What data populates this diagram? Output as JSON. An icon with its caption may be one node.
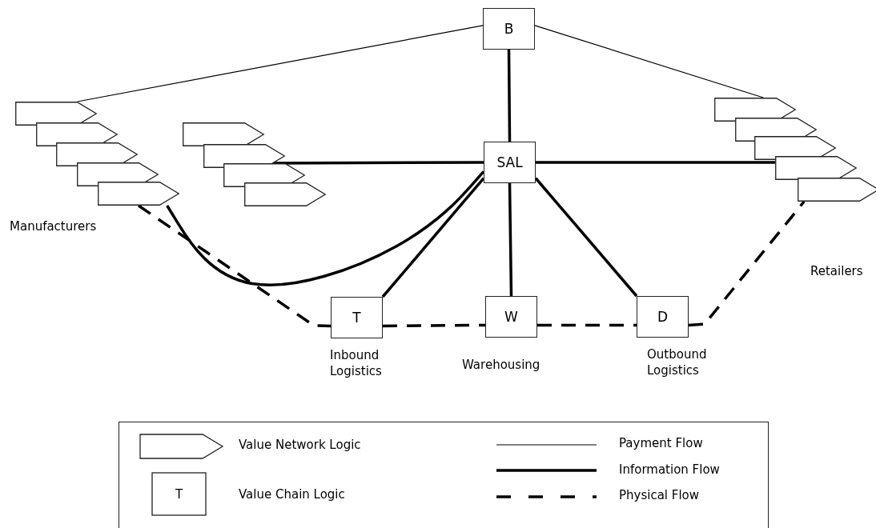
{
  "diagram": {
    "nodes": [
      {
        "text": [
          "B"
        ]
      },
      {
        "text": [
          "SAL"
        ]
      },
      {
        "text": [
          "T"
        ],
        "beside": [
          "Inbound Logistics"
        ]
      },
      {
        "text": [
          "W"
        ],
        "beside": [
          "Warehousing"
        ]
      },
      {
        "text": [
          "D"
        ],
        "beside": [
          "Outbound Logistics"
        ]
      },
      {
        "text": [],
        "shape": "pentagon"
      },
      {
        "text": [],
        "shape": "pentagon"
      },
      {
        "text": [],
        "shape": "pentagon"
      },
      {
        "text": [],
        "shape": "pentagon"
      },
      {
        "text": [],
        "shape": "pentagon"
      },
      {
        "text": [],
        "shape": "pentagon"
      },
      {
        "text": [],
        "shape": "pentagon"
      },
      {
        "text": [],
        "shape": "pentagon"
      },
      {
        "text": [],
        "shape": "pentagon"
      },
      {
        "text": [],
        "shape": "pentagon"
      },
      {
        "text": [],
        "shape": "pentagon"
      },
      {
        "text": [],
        "shape": "pentagon"
      },
      {
        "text": [],
        "shape": "pentagon"
      },
      {
        "text": [],
        "shape": "pentagon"
      }
    ],
    "edges": [
      {
        "from": 5,
        "to": 0,
        "arrow": "none"
      },
      {
        "from": 0,
        "to": 14,
        "arrow": "none"
      },
      {
        "from": 0,
        "to": 1,
        "arrow": "none"
      },
      {
        "from": 1,
        "to": 12,
        "arrow": "none"
      },
      {
        "from": 1,
        "to": 17,
        "arrow": "none"
      },
      {
        "from": 1,
        "to": 9,
        "arrow": "none"
      },
      {
        "from": 1,
        "to": 2,
        "arrow": "none"
      },
      {
        "from": 1,
        "to": 3,
        "arrow": "none"
      },
      {
        "from": 1,
        "to": 4,
        "arrow": "none"
      },
      {
        "from": 9,
        "to": 2,
        "arrow": "none",
        "style": "dashed"
      },
      {
        "from": 2,
        "to": 3,
        "arrow": "none",
        "style": "dashed"
      },
      {
        "from": 3,
        "to": 4,
        "arrow": "none",
        "style": "dashed"
      },
      {
        "from": 4,
        "to": 18,
        "arrow": "none",
        "style": "dashed"
      }
    ],
    "labels": [
      "Manufacturers",
      "Retailers",
      "T"
    ],
    "legend": [
      {
        "text": "Value Network Logic"
      },
      {
        "text": "Value Chain Logic"
      },
      {
        "text": "Payment Flow"
      },
      {
        "text": "Information Flow"
      },
      {
        "text": "Physical Flow"
      }
    ]
  }
}
